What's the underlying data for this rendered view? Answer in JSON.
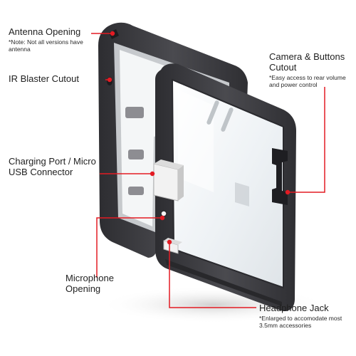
{
  "brand": {
    "accent": "#e31b23",
    "case_dark": "#3f3f43",
    "case_mid": "#5b5b60",
    "case_light": "#8a8a8f",
    "glass": "#f3f6f8"
  },
  "callouts": {
    "antenna": {
      "label": "Antenna Opening",
      "note": "*Note: Not all versions have antenna"
    },
    "ir": {
      "label": "IR Blaster Cutout"
    },
    "charging": {
      "label": "Charging Port / Micro USB Connector"
    },
    "camera": {
      "label": "Camera & Buttons Cutout",
      "note": "*Easy access to rear volume and power control"
    },
    "microphone": {
      "label": "Microphone Opening"
    },
    "headphone": {
      "label": "Headphone Jack",
      "note": "*Enlarged to accomodate most 3.5mm accessories"
    }
  }
}
